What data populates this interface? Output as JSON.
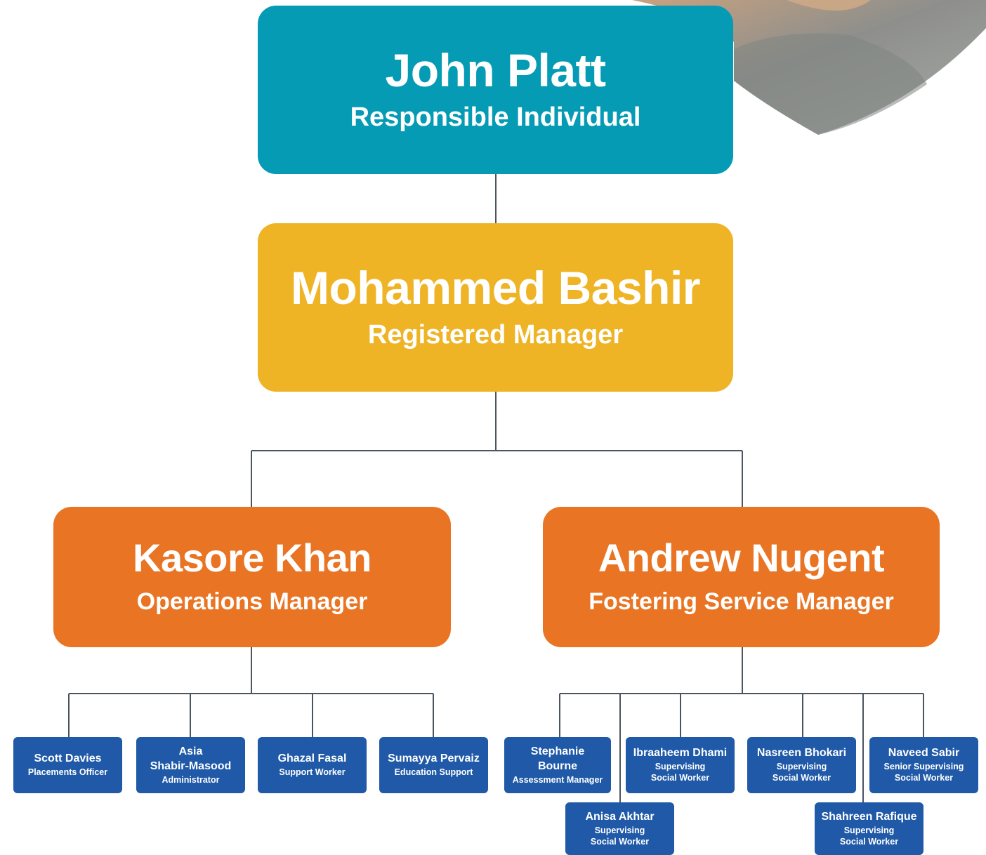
{
  "colors": {
    "top": "#069bb4",
    "registered": "#eeb425",
    "managers": "#e97423",
    "staff": "#1f59a7",
    "lines": "#4a5560"
  },
  "top": {
    "name": "John Platt",
    "role": "Responsible Individual"
  },
  "registered": {
    "name": "Mohammed Bashir",
    "role": "Registered Manager"
  },
  "operations": {
    "name": "Kasore Khan",
    "role": "Operations Manager"
  },
  "fostering": {
    "name": "Andrew Nugent",
    "role": "Fostering Service Manager"
  },
  "ops_staff": [
    {
      "name": "Scott Davies",
      "role": "Placements Officer"
    },
    {
      "name_1": "Asia",
      "name_2": "Shabir-Masood",
      "role": "Administrator"
    },
    {
      "name": "Ghazal Fasal",
      "role": "Support Worker"
    },
    {
      "name": "Sumayya Pervaiz",
      "role": "Education Support"
    }
  ],
  "fostering_staff": [
    {
      "name_1": "Stephanie",
      "name_2": "Bourne",
      "role": "Assessment Manager"
    },
    {
      "name": "Anisa Akhtar",
      "role_1": "Supervising",
      "role_2": "Social Worker"
    },
    {
      "name": "Ibraaheem Dhami",
      "role_1": "Supervising",
      "role_2": "Social Worker"
    },
    {
      "name": "Nasreen Bhokari",
      "role_1": "Supervising",
      "role_2": "Social Worker"
    },
    {
      "name": "Shahreen Rafique",
      "role_1": "Supervising",
      "role_2": "Social Worker"
    },
    {
      "name": "Naveed Sabir",
      "role_1": "Senior Supervising",
      "role_2": "Social Worker"
    }
  ]
}
